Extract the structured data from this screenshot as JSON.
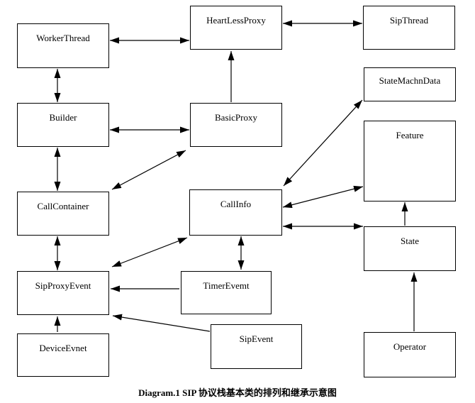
{
  "diagram": {
    "caption": "Diagram.1 SIP 协议栈基本类的排列和继承示意图",
    "colors": {
      "background": "#ffffff",
      "box_fill": "#ffffff",
      "box_border": "#000000",
      "line": "#000000",
      "text": "#000000"
    },
    "nodes": [
      {
        "id": "worker-thread",
        "label": "WorkerThread"
      },
      {
        "id": "heartless-proxy",
        "label": "HeartLessProxy"
      },
      {
        "id": "sip-thread",
        "label": "SipThread"
      },
      {
        "id": "state-machn-data",
        "label": "StateMachnData"
      },
      {
        "id": "builder",
        "label": "Builder"
      },
      {
        "id": "basic-proxy",
        "label": "BasicProxy"
      },
      {
        "id": "feature",
        "label": "Feature"
      },
      {
        "id": "call-container",
        "label": "CallContainer"
      },
      {
        "id": "call-info",
        "label": "CallInfo"
      },
      {
        "id": "state",
        "label": "State"
      },
      {
        "id": "sip-proxy-event",
        "label": "SipProxyEvent"
      },
      {
        "id": "timer-evemt",
        "label": "TimerEvemt"
      },
      {
        "id": "device-evnet",
        "label": "DeviceEvnet"
      },
      {
        "id": "sip-event",
        "label": "SipEvent"
      },
      {
        "id": "operator",
        "label": "Operator"
      }
    ],
    "edges": [
      {
        "from": "WorkerThread",
        "to": "HeartLessProxy",
        "arrows": "both"
      },
      {
        "from": "HeartLessProxy",
        "to": "SipThread",
        "arrows": "both"
      },
      {
        "from": "BasicProxy",
        "to": "HeartLessProxy",
        "arrows": "end"
      },
      {
        "from": "WorkerThread",
        "to": "Builder",
        "arrows": "both"
      },
      {
        "from": "Builder",
        "to": "BasicProxy",
        "arrows": "both"
      },
      {
        "from": "CallContainer",
        "to": "BasicProxy",
        "arrows": "both"
      },
      {
        "from": "Builder",
        "to": "CallContainer",
        "arrows": "both"
      },
      {
        "from": "CallContainer",
        "to": "SipProxyEvent",
        "arrows": "both"
      },
      {
        "from": "CallInfo",
        "to": "StateMachnData",
        "arrows": "both"
      },
      {
        "from": "CallInfo",
        "to": "Feature",
        "arrows": "both"
      },
      {
        "from": "CallInfo",
        "to": "State",
        "arrows": "both"
      },
      {
        "from": "State",
        "to": "Feature",
        "arrows": "end"
      },
      {
        "from": "Operator",
        "to": "State",
        "arrows": "end"
      },
      {
        "from": "SipProxyEvent",
        "to": "CallInfo",
        "arrows": "both"
      },
      {
        "from": "CallInfo",
        "to": "TimerEvemt",
        "arrows": "both"
      },
      {
        "from": "TimerEvemt",
        "to": "SipProxyEvent",
        "arrows": "end"
      },
      {
        "from": "DeviceEvnet",
        "to": "SipProxyEvent",
        "arrows": "end"
      },
      {
        "from": "SipEvent",
        "to": "SipProxyEvent",
        "arrows": "end"
      }
    ]
  }
}
